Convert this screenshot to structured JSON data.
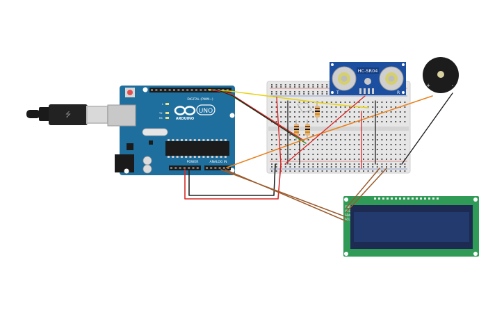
{
  "arduino": {
    "brand": "ARDUINO",
    "model": "UNO",
    "digital_header_label": "DIGITAL (PWM~)",
    "power_header_label": "POWER",
    "analog_header_label": "ANALOG IN",
    "led_labels": [
      "L",
      "TX",
      "RX"
    ],
    "board_color": "#1f6f9e"
  },
  "ultrasonic_sensor": {
    "model": "HC-SR04",
    "left_label": "T",
    "right_label": "R",
    "board_color": "#1c4fa0"
  },
  "lcd": {
    "pin_labels": [
      "GND",
      "VCC",
      "SDA",
      "SCL"
    ],
    "board_color": "#2f9b57",
    "screen_color": "#233a6e"
  },
  "buzzer": {
    "plus_label": "+",
    "minus_label": "-"
  },
  "usb_cable": {
    "color": "#1a1a1a"
  },
  "wire_colors": {
    "red": "#d92626",
    "black": "#202020",
    "yellow": "#e8d318",
    "green": "#2e8b2e",
    "orange": "#e8821e",
    "brown": "#9a5b2d"
  }
}
